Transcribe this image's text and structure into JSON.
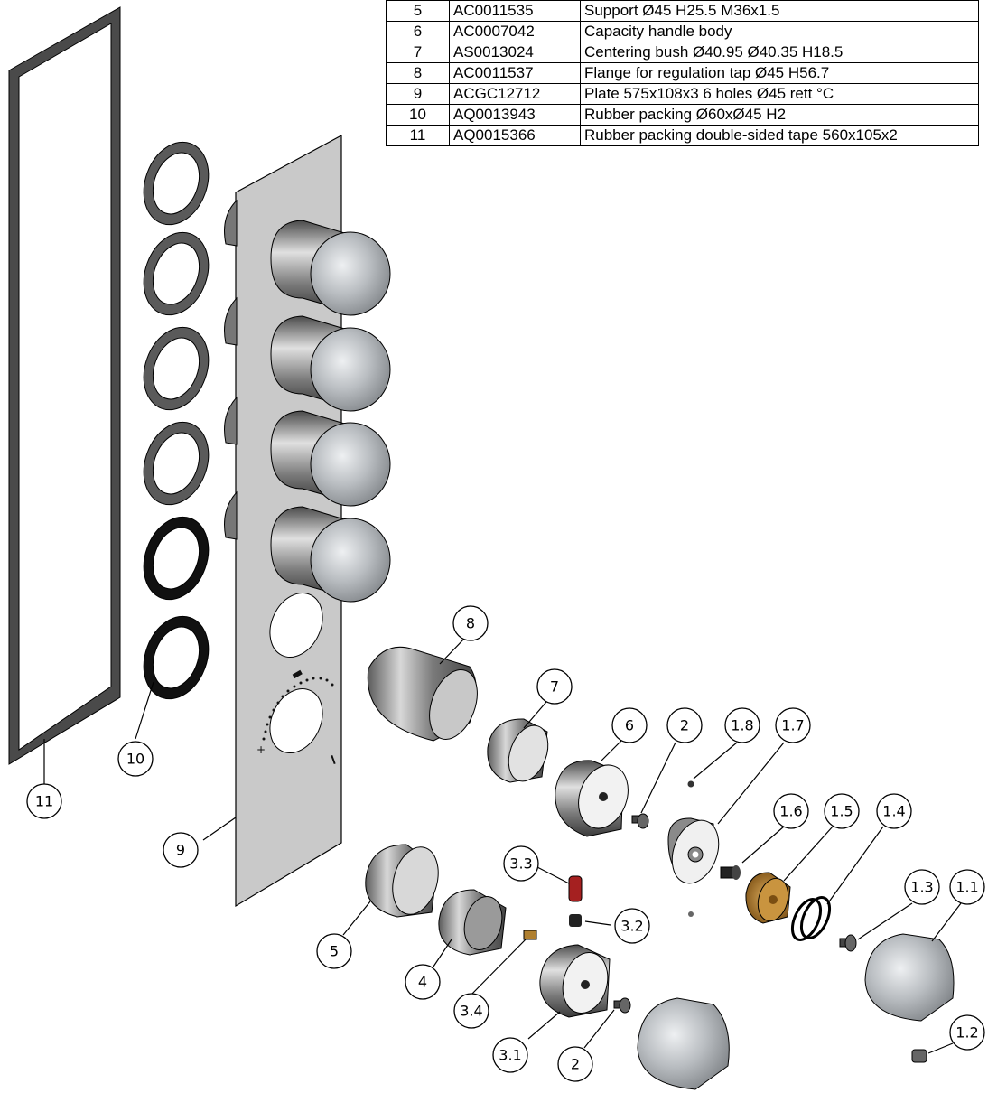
{
  "parts_table": {
    "rows": [
      {
        "pos": "5",
        "code": "AC0011535",
        "description": "Support Ø45 H25.5 M36x1.5"
      },
      {
        "pos": "6",
        "code": "AC0007042",
        "description": "Capacity handle body"
      },
      {
        "pos": "7",
        "code": "AS0013024",
        "description": "Centering bush Ø40.95 Ø40.35 H18.5"
      },
      {
        "pos": "8",
        "code": "AC0011537",
        "description": "Flange for regulation tap Ø45 H56.7"
      },
      {
        "pos": "9",
        "code": "ACGC12712",
        "description": "Plate 575x108x3 6 holes Ø45 rett °C"
      },
      {
        "pos": "10",
        "code": "AQ0013943",
        "description": "Rubber packing Ø60xØ45 H2"
      },
      {
        "pos": "11",
        "code": "AQ0015366",
        "description": "Rubber packing double-sided tape 560x105x2"
      }
    ]
  },
  "callouts": {
    "c11": "11",
    "c10": "10",
    "c9": "9",
    "c8": "8",
    "c7": "7",
    "c6": "6",
    "c2a": "2",
    "c18": "1.8",
    "c17": "1.7",
    "c16": "1.6",
    "c15": "1.5",
    "c14": "1.4",
    "c13": "1.3",
    "c11b": "1.1",
    "c12": "1.2",
    "c5": "5",
    "c4": "4",
    "c34": "3.4",
    "c33": "3.3",
    "c32": "3.2",
    "c31": "3.1",
    "c2b": "2"
  },
  "colors": {
    "plate": "#c9c9c9",
    "gasket": "#3a3a3a",
    "chrome": "#8f8f8f",
    "marble": "#d4d7da",
    "brass": "#b07a2a",
    "red_pin": "#a52020"
  }
}
